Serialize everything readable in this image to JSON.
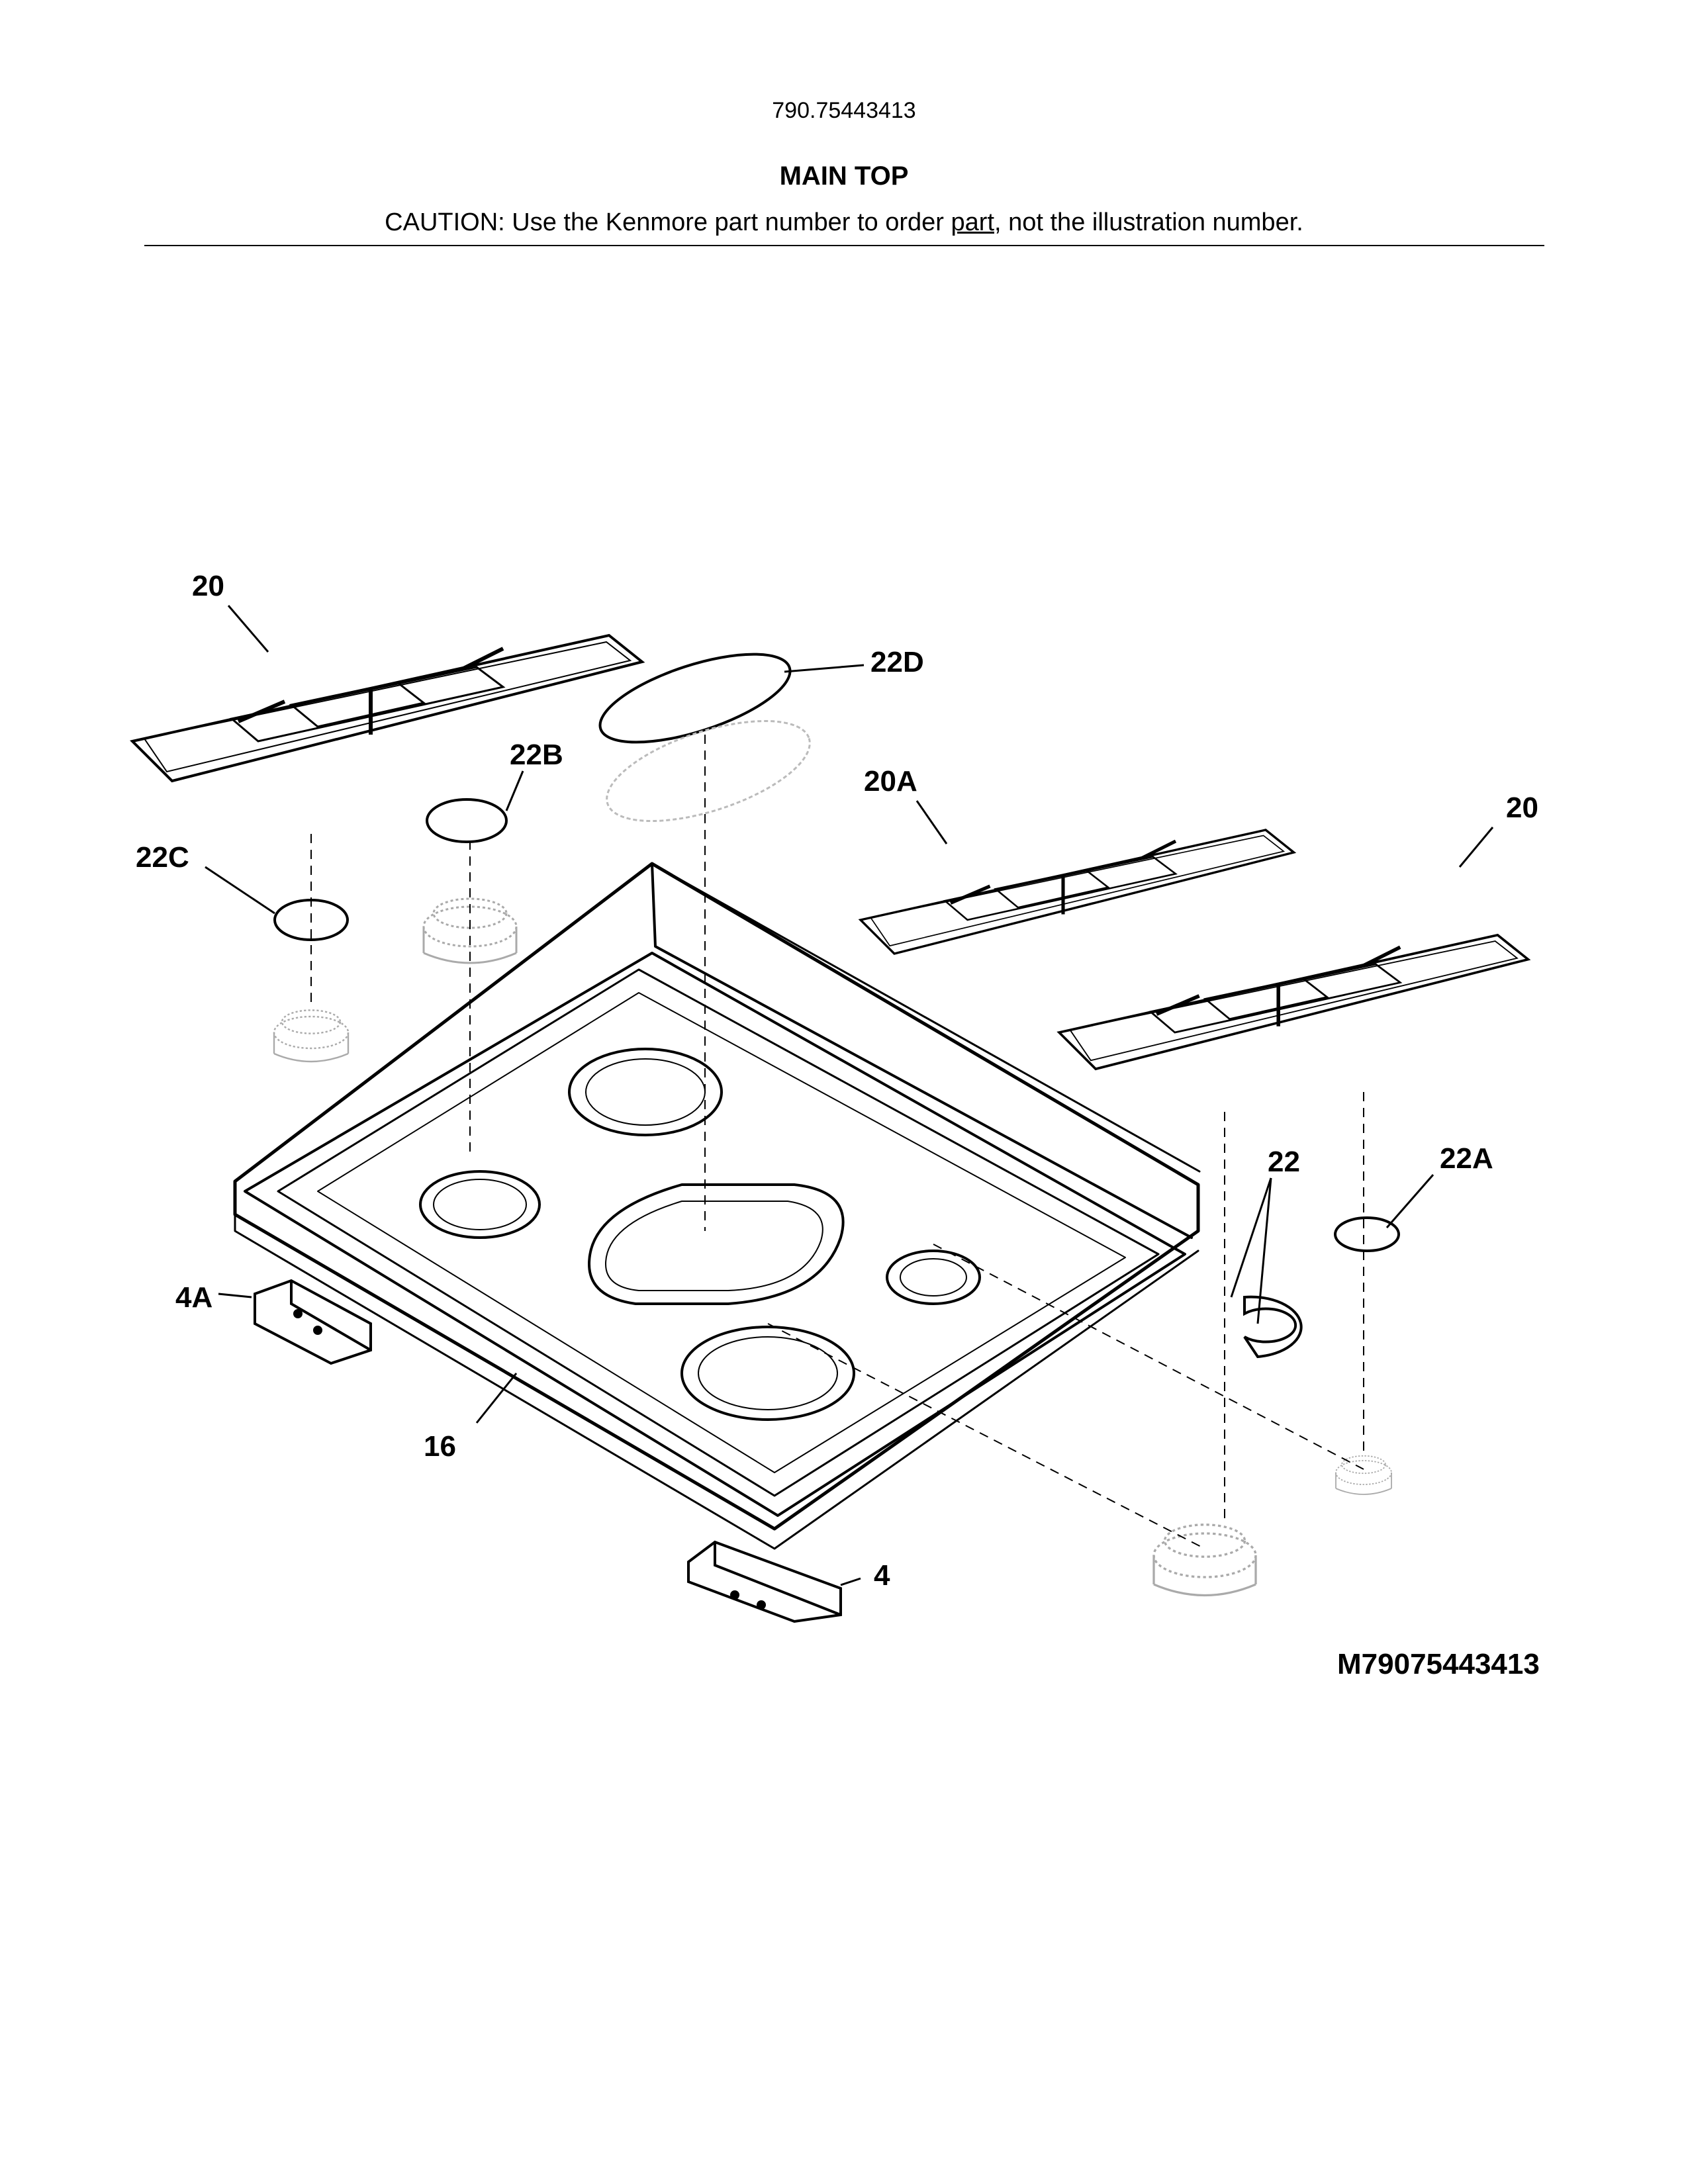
{
  "header": {
    "model": "790.75443413",
    "title": "MAIN TOP",
    "caution_prefix": "CAUTION: Use the Kenmore part number to order ",
    "caution_underlined": "part",
    "caution_suffix": ", not the illustration number."
  },
  "callouts": {
    "grate_left": "20",
    "grate_right": "20",
    "grate_center": "20A",
    "cap_22": "22",
    "cap_22a": "22A",
    "cap_22b": "22B",
    "cap_22c": "22C",
    "cap_22d": "22D",
    "bracket_4": "4",
    "bracket_4a": "4A",
    "main_top_16": "16"
  },
  "drawing_code": "M79075443413"
}
